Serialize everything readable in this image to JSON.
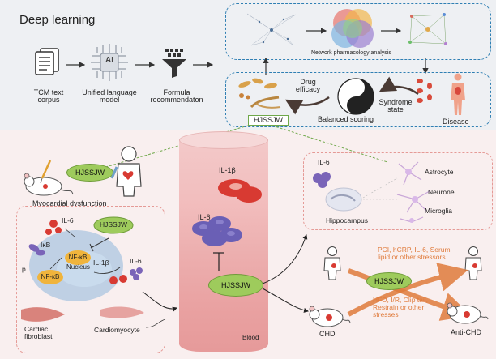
{
  "top": {
    "title": "Deep learning",
    "tcm_label": "TCM text\ncorpus",
    "ai_chip_label": "AI",
    "ulm_label": "Unified language\nmodel",
    "formula_label": "Formula\nrecommendaton",
    "network_label": "Network pharmacology analysis",
    "drug_label": "Drug\nefficacy",
    "hjssjw_box_label": "HJSSJW",
    "balanced_label": "Balanced scoring",
    "syndrome_label": "Syndrome\nstate",
    "disease_label": "Disease"
  },
  "bottom": {
    "hjssjw_a": "HJSSJW",
    "myocardial_label": "Myocardial dysfunction",
    "il6_inset": "IL-6",
    "hjssjw_inset": "HJSSJW",
    "ikb": "IκB",
    "p_label": "p",
    "nfkb_1": "NF-κB",
    "nfkb_2": "NF-κB",
    "nucleus": "Nucleus",
    "il1b_inset": "IL-1β",
    "il6_inset2": "IL-6",
    "cardiac_label": "Cardiac\nfibroblast",
    "cardiomyocyte_label": "Cardiomyocyte",
    "il1b_tube": "IL-1β",
    "il6_tube": "IL-6",
    "hjssjw_tube": "HJSSJW",
    "blood": "Blood",
    "il6_brain": "IL-6",
    "astrocyte": "Astrocyte",
    "neurone": "Neurone",
    "microglia": "Microglia",
    "hippocampus": "Hippocampus",
    "stressors_label": "PCI, hCRP, IL-6, Serum\nlipid or other stressors",
    "hjssjw_right": "HJSSJW",
    "stresses_label": "HFD, I/R, Clip tail,\nRestrain or other\nstresses",
    "chd": "CHD",
    "anti_chd": "Anti-CHD"
  },
  "colors": {
    "top_bg": "#eef0f3",
    "bottom_bg": "#f9efef",
    "dashed_blue": "#2f7fb3",
    "ellipse_green": "#9ecb5c",
    "orange_text": "#e07b3c",
    "red_cell": "#d83a32",
    "purple_cell": "#6a5fb5"
  }
}
